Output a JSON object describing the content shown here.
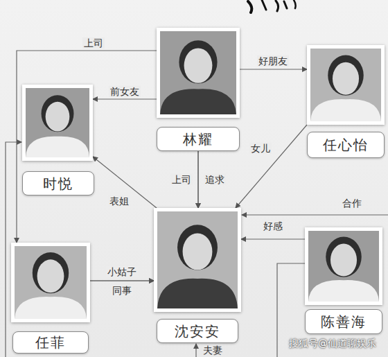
{
  "diagram": {
    "nodes": [
      {
        "text": [
          "林耀"
        ]
      },
      {
        "text": [
          "任心怡"
        ]
      },
      {
        "text": [
          "时悦"
        ]
      },
      {
        "text": [
          "沈安安"
        ]
      },
      {
        "text": [
          "陈善海"
        ]
      },
      {
        "text": [
          "任菲"
        ]
      }
    ],
    "edges": [
      {
        "from": 0,
        "to": 2,
        "label": "前女友",
        "arrow": "to"
      },
      {
        "from": 0,
        "to": 1,
        "label": "好朋友",
        "arrow": "to"
      },
      {
        "from": 0,
        "to": 5,
        "label": "上司",
        "arrow": "to"
      },
      {
        "from": 0,
        "to": 3,
        "label": "上司",
        "arrow": "to"
      },
      {
        "from": 0,
        "to": 3,
        "label": "追求",
        "arrow": "to"
      },
      {
        "from": 1,
        "to": 3,
        "label": "女儿",
        "arrow": "to"
      },
      {
        "from": 3,
        "to": 2,
        "label": "表姐",
        "arrow": "to"
      },
      {
        "from": 5,
        "to": 3,
        "label": "小姑子",
        "arrow": "to"
      },
      {
        "from": 5,
        "to": 3,
        "label": "同事",
        "arrow": "to"
      },
      {
        "from": 4,
        "to": 3,
        "label": "好感",
        "arrow": "to"
      }
    ],
    "labels": [
      "合作",
      "夫妻",
      "搜狐号@仙道聊娱乐"
    ]
  }
}
